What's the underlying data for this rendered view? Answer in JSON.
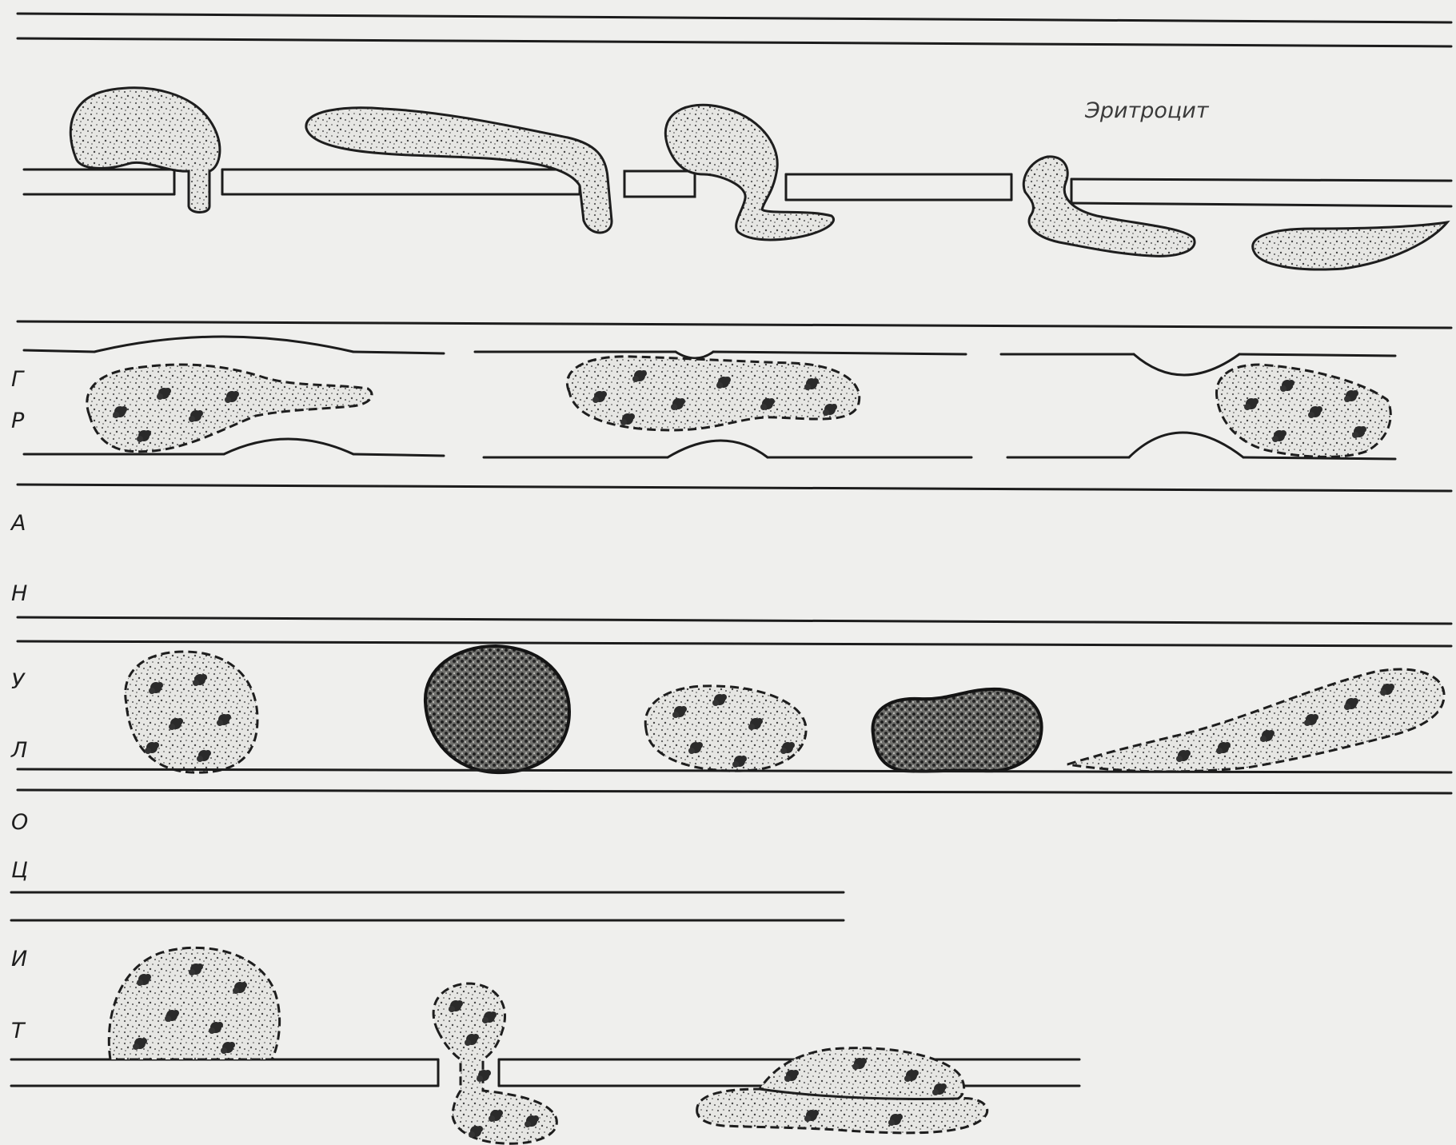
{
  "caption": "Эритроцит",
  "side_letters": [
    "Г",
    "Р",
    "А",
    "Н",
    "У",
    "Л",
    "О",
    "Ц",
    "И",
    "Т"
  ]
}
